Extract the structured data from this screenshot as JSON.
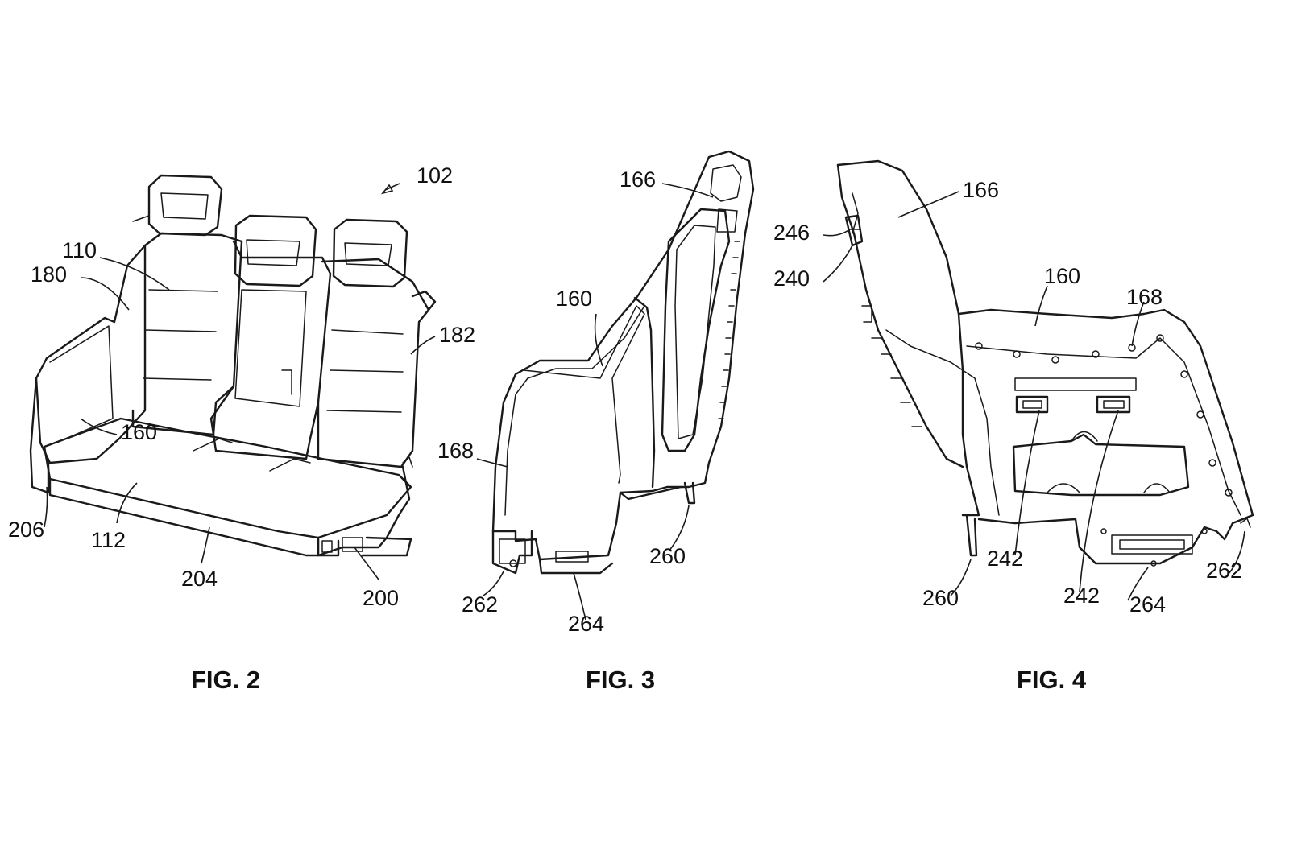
{
  "figures": [
    {
      "caption": "FIG. 2",
      "labels": [
        "102",
        "110",
        "180",
        "182",
        "160",
        "206",
        "112",
        "204",
        "200"
      ]
    },
    {
      "caption": "FIG. 3",
      "labels": [
        "166",
        "160",
        "168",
        "260",
        "262",
        "264"
      ]
    },
    {
      "caption": "FIG. 4",
      "labels": [
        "166",
        "246",
        "240",
        "160",
        "168",
        "242",
        "242",
        "260",
        "264",
        "262"
      ]
    }
  ]
}
